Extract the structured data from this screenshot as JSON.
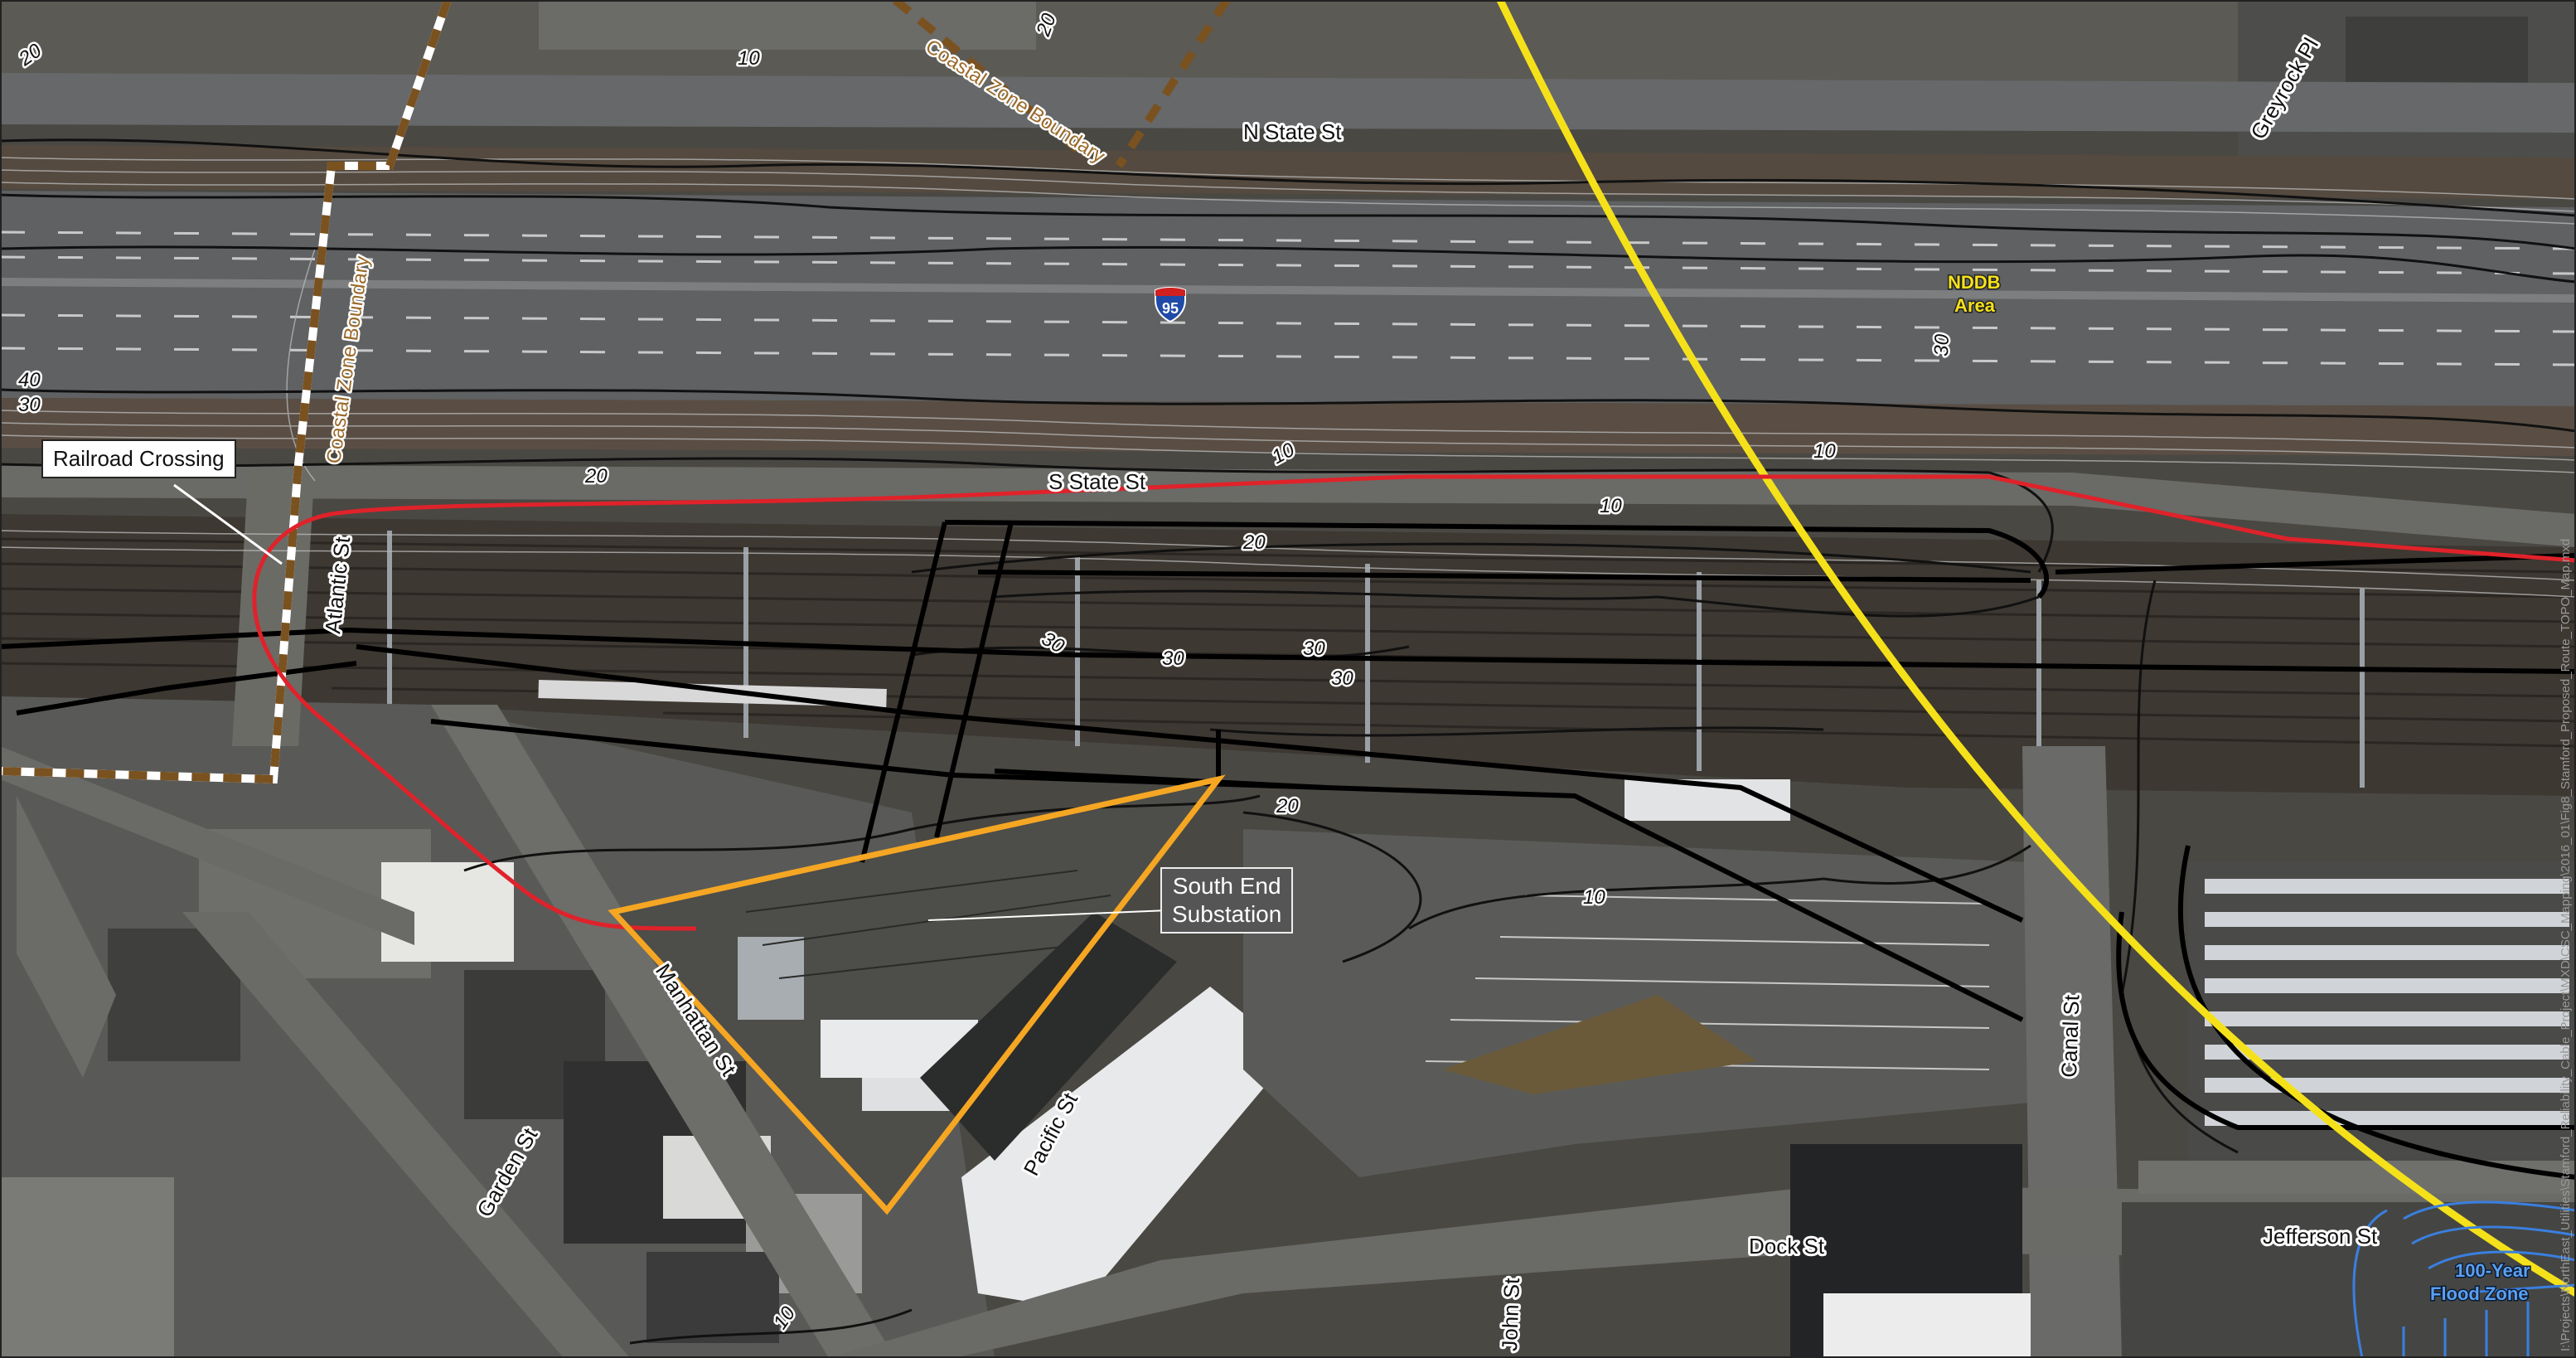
{
  "map": {
    "streets": {
      "n_state": "N State St",
      "greyrock": "Greyrock Pl",
      "s_state": "S State St",
      "atlantic": "Atlantic St",
      "manhattan": "Manhattan St",
      "garden": "Garden St",
      "pacific": "Pacific St",
      "canal": "Canal St",
      "john": "John St",
      "dock": "Dock St",
      "jefferson": "Jefferson St"
    },
    "highway_shield": "95",
    "boundaries": {
      "coastal_top": "Coastal Zone Boundary",
      "coastal_left": "Coastal Zone Boundary"
    },
    "areas": {
      "nddb_line1": "NDDB",
      "nddb_line2": "Area",
      "flood_line1": "100-Year",
      "flood_line2": "Flood Zone"
    },
    "callouts": {
      "railroad_crossing": "Railroad Crossing",
      "substation_line1": "South End",
      "substation_line2": "Substation"
    },
    "contours": [
      "20",
      "10",
      "20",
      "40",
      "30",
      "20",
      "10",
      "10",
      "10",
      "20",
      "30",
      "30",
      "30",
      "30",
      "20",
      "10",
      "30",
      "10"
    ],
    "sidebar_path": "I:\\Projects\\NorthEast_Utilities\\Stamford_Reliability_Cable_Project\\MXD\\CSC_Mapping\\2016_01\\Fig8_Stamford_Proposed_Route_TOPO_Map.mxd",
    "colors": {
      "route": "#e0222a",
      "substation": "#f5a623",
      "nddb": "#f5e11a",
      "flood": "#3a7fe0",
      "coastal": "#7a5220"
    }
  }
}
